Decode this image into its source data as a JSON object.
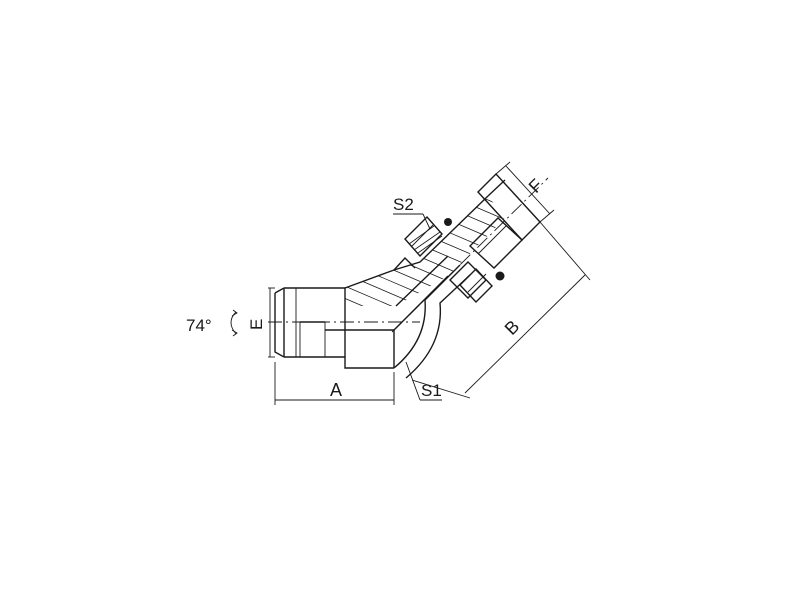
{
  "labels": {
    "angle": "74°",
    "E": "E",
    "A": "A",
    "S1": "S1",
    "S2": "S2",
    "B": "B",
    "F": "F"
  }
}
